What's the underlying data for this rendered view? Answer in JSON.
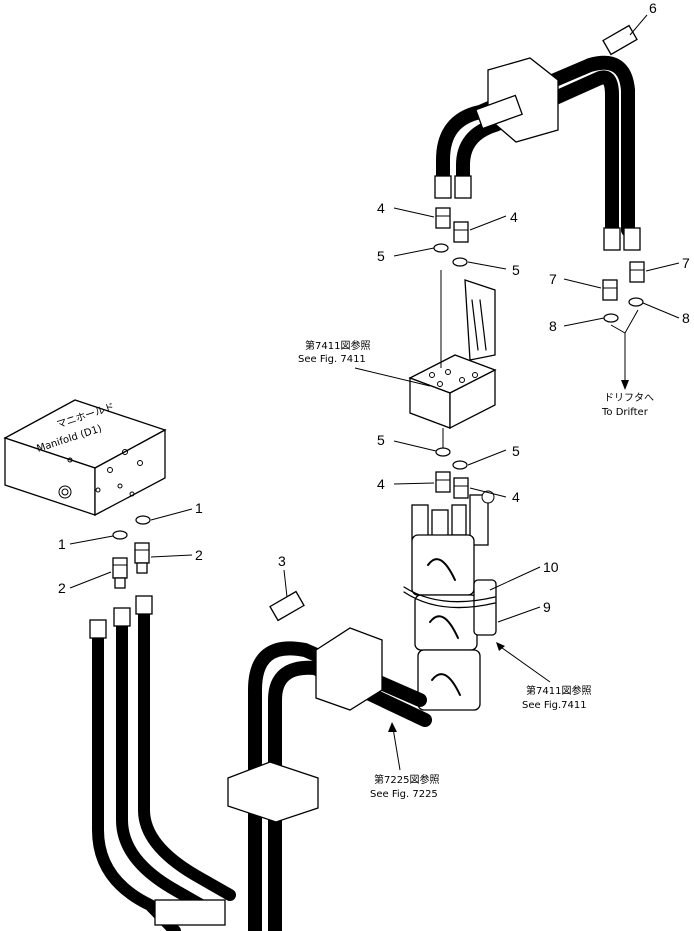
{
  "labels": {
    "pn_1a": "1",
    "pn_1b": "1",
    "pn_2a": "2",
    "pn_2b": "2",
    "pn_3": "3",
    "pn_4a": "4",
    "pn_4b": "4",
    "pn_4c": "4",
    "pn_4d": "4",
    "pn_5a": "5",
    "pn_5b": "5",
    "pn_5c": "5",
    "pn_5d": "5",
    "pn_6": "6",
    "pn_7a": "7",
    "pn_7b": "7",
    "pn_8a": "8",
    "pn_8b": "8",
    "pn_9": "9",
    "pn_10": "10"
  },
  "captions": {
    "manifold_jp": "マニホールド",
    "manifold_en": "Manifold (D1)",
    "ref7411_top_jp": "第7411図参照",
    "ref7411_top_en": "See Fig. 7411",
    "drifter_jp": "ドリフタへ",
    "drifter_en": "To Drifter",
    "ref7411_right_jp": "第7411図参照",
    "ref7411_right_en": "See Fig.7411",
    "ref7225_jp": "第7225図参照",
    "ref7225_en": "See Fig. 7225"
  }
}
